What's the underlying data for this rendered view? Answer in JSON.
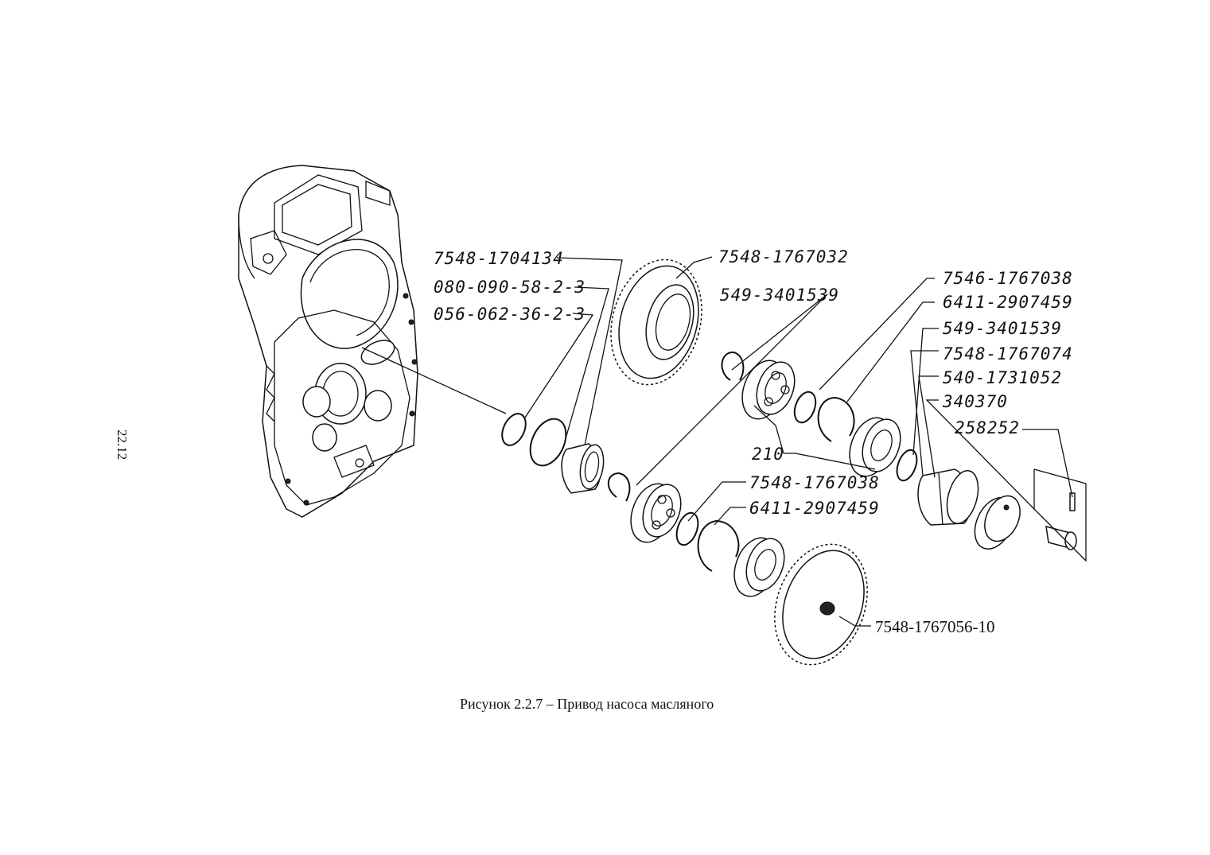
{
  "page_number": "22.12",
  "caption": "Рисунок 2.2.7 – Привод насоса масляного",
  "labels": {
    "l1": "7548-1704134",
    "l2": "080-090-58-2-3",
    "l3": "056-062-36-2-3",
    "l4": "7548-1767032",
    "l5": "549-3401539",
    "l6": "7546-1767038",
    "l7": "6411-2907459",
    "l8": "549-3401539",
    "l9": "7548-1767074",
    "l10": "540-1731052",
    "l11": "340370",
    "l12": "258252",
    "l13": "210",
    "l14": "7548-1767038",
    "l15": "6411-2907459",
    "l16": "7548-1767056-10"
  }
}
